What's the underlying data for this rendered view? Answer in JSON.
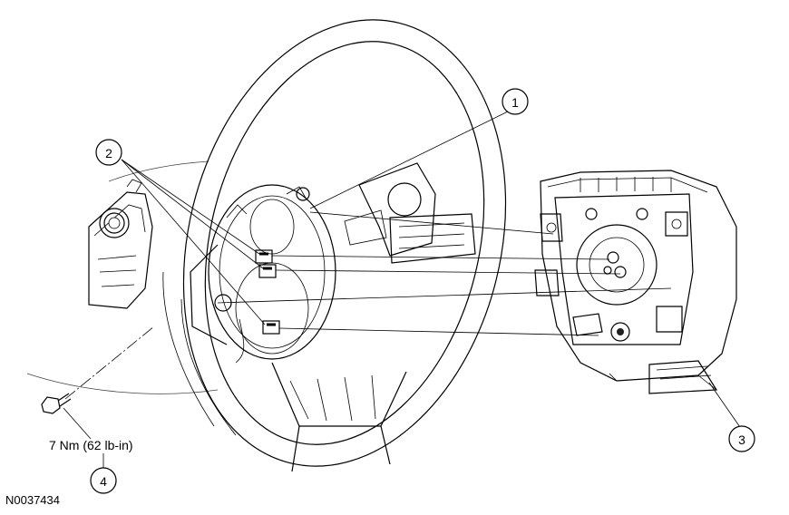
{
  "callouts": {
    "c1": "1",
    "c2": "2",
    "c3": "3",
    "c4": "4"
  },
  "torque_label": "7 Nm (62 lb-in)",
  "figure_id": "N0037434"
}
